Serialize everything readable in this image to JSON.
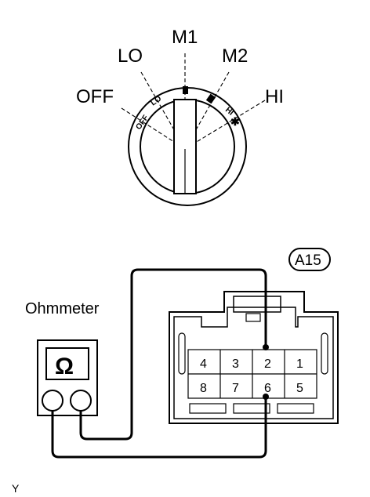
{
  "switch": {
    "positions": [
      "OFF",
      "LO",
      "M1",
      "M2",
      "HI"
    ],
    "ring_labels": [
      "OFF",
      "LO",
      "HI"
    ],
    "snowflake": "✱"
  },
  "meter": {
    "label": "Ohmmeter",
    "symbol": "Ω"
  },
  "connector": {
    "id": "A15",
    "pins_top": [
      "4",
      "3",
      "2",
      "1"
    ],
    "pins_bottom": [
      "8",
      "7",
      "6",
      "5"
    ]
  },
  "footer": {
    "code": "Y"
  }
}
